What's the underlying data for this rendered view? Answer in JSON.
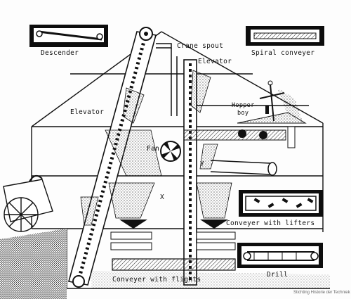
{
  "labels": {
    "descender": "Descender",
    "spiral_conveyer": "Spiral conveyer",
    "crane_spout": "Crane spout",
    "elevator_right": "Elevator",
    "elevator_left": "Elevator",
    "hopper_boy_1": "Hopper-",
    "hopper_boy_2": "boy",
    "fan": "Fan",
    "mark_x": "X",
    "mark_y": "Y",
    "conveyer_with_lifters": "Conveyer with lifters",
    "conveyer_with_flights": "Conveyer with flights",
    "drill": "Drill"
  },
  "credit": "Stichting Historie der Techniek",
  "colors": {
    "ink": "#111111",
    "paper": "#fdfdfd",
    "panel": "#0d0d0d"
  }
}
